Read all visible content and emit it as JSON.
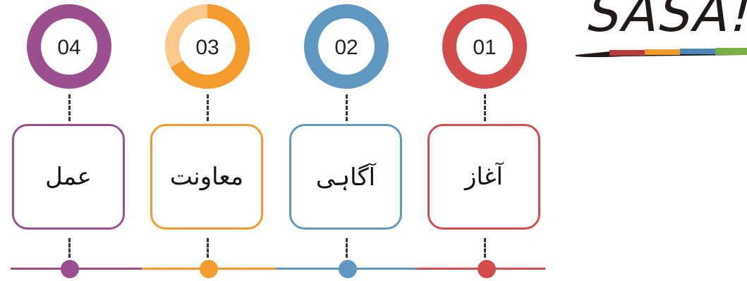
{
  "logo": {
    "text": "SASA!"
  },
  "steps": [
    {
      "number": "04",
      "label": "عمل",
      "color": "#9c4f8f",
      "light": "#9c4f8f"
    },
    {
      "number": "03",
      "label": "معاونت",
      "color": "#f59a2d",
      "light": "#fbc98c"
    },
    {
      "number": "02",
      "label": "آگاہی",
      "color": "#5f97c1",
      "light": "#5f97c1"
    },
    {
      "number": "01",
      "label": "آغاز",
      "color": "#d44d4d",
      "light": "#d44d4d"
    }
  ]
}
